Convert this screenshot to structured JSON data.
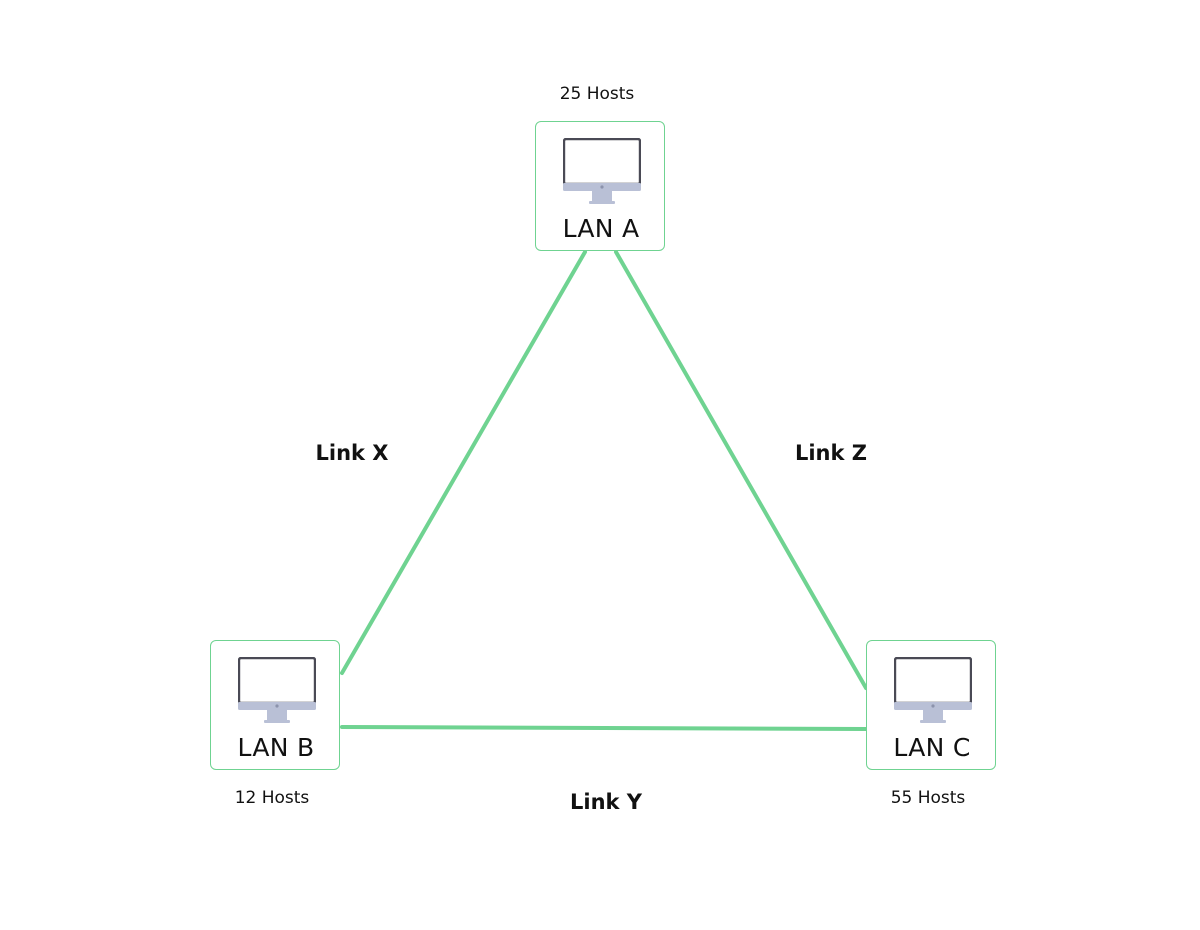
{
  "diagram": {
    "accent_color": "#6fd391",
    "nodes": {
      "a": {
        "label": "LAN A",
        "hosts": "25 Hosts",
        "icon": "desktop-computer-icon"
      },
      "b": {
        "label": "LAN B",
        "hosts": "12 Hosts",
        "icon": "desktop-computer-icon"
      },
      "c": {
        "label": "LAN C",
        "hosts": "55 Hosts",
        "icon": "desktop-computer-icon"
      }
    },
    "links": {
      "x": {
        "label": "Link X",
        "from": "LAN A",
        "to": "LAN B"
      },
      "y": {
        "label": "Link Y",
        "from": "LAN B",
        "to": "LAN C"
      },
      "z": {
        "label": "Link Z",
        "from": "LAN A",
        "to": "LAN C"
      }
    }
  }
}
